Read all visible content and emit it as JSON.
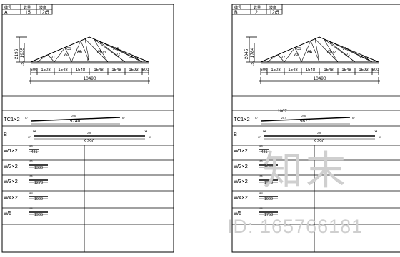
{
  "sheets": [
    {
      "header": {
        "col1_label": "编号",
        "col1_value": "A",
        "col2_label": "数量",
        "col2_value": "15",
        "col3_label": "坡度",
        "col3_value": "12/5"
      },
      "elevation": {
        "height_total": "2196",
        "height_inner": "1935",
        "height_base": "150",
        "members": [
          "TC1",
          "TC1",
          "V1",
          "V2",
          "V3",
          "V4",
          "V4",
          "V3",
          "V2",
          "V1",
          "B"
        ],
        "spans": [
          "600",
          "1503",
          "1548",
          "1548",
          "1548",
          "1548",
          "1593",
          "600"
        ],
        "overall": "10490"
      },
      "parts": [
        {
          "label": "TC1×2",
          "small": "296",
          "len": "5740",
          "end_l": "67",
          "end_r": "67"
        },
        {
          "label": "B",
          "small": "296",
          "len": "9290",
          "end_l": "74",
          "end_r": "74",
          "end_l2": "67",
          "end_r2": "67"
        },
        {
          "label": "W1×2",
          "small": "113",
          "len": "431"
        },
        {
          "label": "W2×2",
          "small": "113",
          "len": "1380"
        },
        {
          "label": "W3×2",
          "small": "115",
          "len": "1278"
        },
        {
          "label": "W4×2",
          "small": "113",
          "len": "1909"
        },
        {
          "label": "W5",
          "small": "113",
          "len": "1905"
        }
      ]
    },
    {
      "header": {
        "col1_label": "编号",
        "col1_value": "B",
        "col2_label": "数量",
        "col2_value": "2",
        "col3_label": "坡度",
        "col3_value": "12/5"
      },
      "elevation": {
        "height_total": "2045",
        "height_inner": "1784",
        "height_base": "150",
        "members": [
          "TC1",
          "V1",
          "V2",
          "V3",
          "V4",
          "V4",
          "V3",
          "V2",
          "V1",
          "B"
        ],
        "spans": [
          "600",
          "1503",
          "1548",
          "1548",
          "1548",
          "1548",
          "1593",
          "600"
        ],
        "overall": "10490"
      },
      "parts": [
        {
          "label": "TC1×2",
          "small": "296",
          "len": "5677",
          "end_l": "67",
          "end_r": "67",
          "extra": "1007",
          "extra2": "207"
        },
        {
          "label": "B",
          "small": "296",
          "len": "9290",
          "end_l": "74",
          "end_r": "74",
          "end_l2": "67",
          "end_r2": "67"
        },
        {
          "label": "W1×2",
          "small": "113",
          "len": "431"
        },
        {
          "label": "W2×2",
          "small": "113",
          "len": "1538"
        },
        {
          "label": "W3×2",
          "small": "115",
          "len": "1278"
        },
        {
          "label": "W4×2",
          "small": "113",
          "len": "1909"
        },
        {
          "label": "W5",
          "small": "113",
          "len": "1753"
        }
      ]
    }
  ],
  "watermark": {
    "logo_text": "知末",
    "id_text": "ID: 165766181"
  }
}
